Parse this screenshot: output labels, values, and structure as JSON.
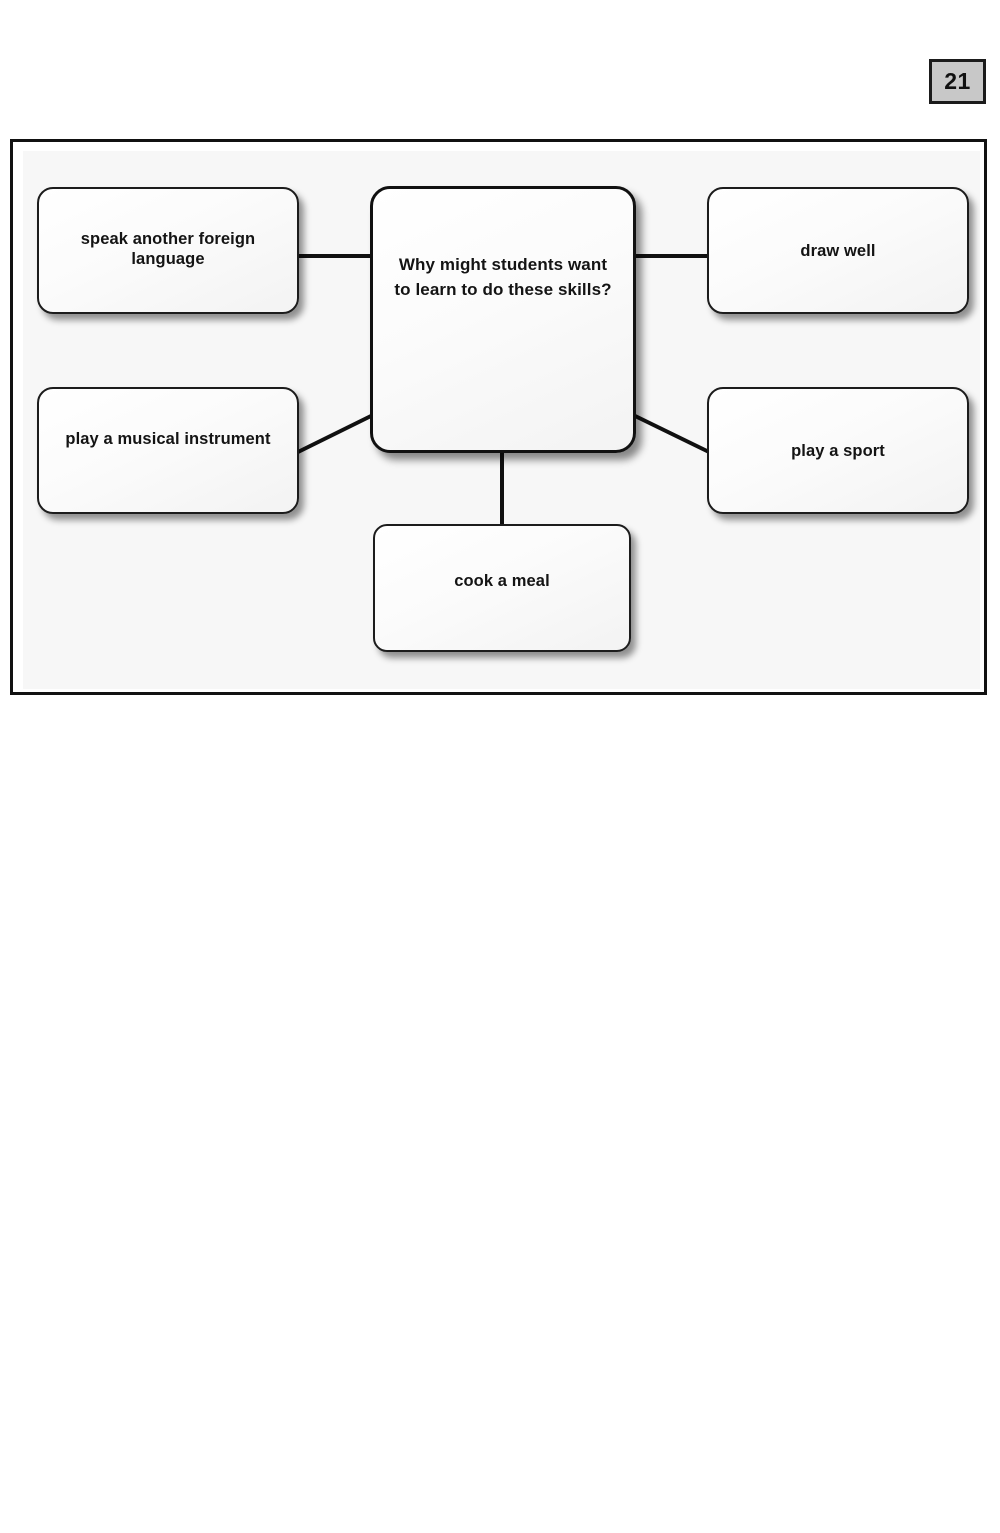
{
  "page": {
    "number": "21"
  },
  "figure": {
    "type": "concept-map",
    "central": {
      "id": "central-question",
      "text": "Why might students want to learn to do these skills?",
      "lines": [
        "Why might students",
        "want to learn to do",
        "these skills?"
      ]
    },
    "nodes": [
      {
        "id": "speak-language",
        "text": "speak another foreign language",
        "lines": [
          "speak another foreign",
          "language"
        ],
        "position": "top-left",
        "connector": "horizontal"
      },
      {
        "id": "draw-well",
        "text": "draw well",
        "lines": [
          "draw well"
        ],
        "position": "top-right",
        "connector": "horizontal"
      },
      {
        "id": "musical-instrument",
        "text": "play a musical instrument",
        "lines": [
          "play a musical",
          "instrument"
        ],
        "position": "bottom-left",
        "connector": "diagonal"
      },
      {
        "id": "play-sport",
        "text": "play a sport",
        "lines": [
          "play a sport"
        ],
        "position": "bottom-right",
        "connector": "diagonal"
      },
      {
        "id": "cook-meal",
        "text": "cook a meal",
        "lines": [
          "cook a meal"
        ],
        "position": "bottom-center",
        "connector": "vertical"
      }
    ],
    "colors": {
      "line": "#111111",
      "node_border": "#1c1c1c",
      "node_fill": "#fbfbfb",
      "canvas": "#f7f7f7",
      "badge_fill": "#c8c8c8"
    }
  }
}
